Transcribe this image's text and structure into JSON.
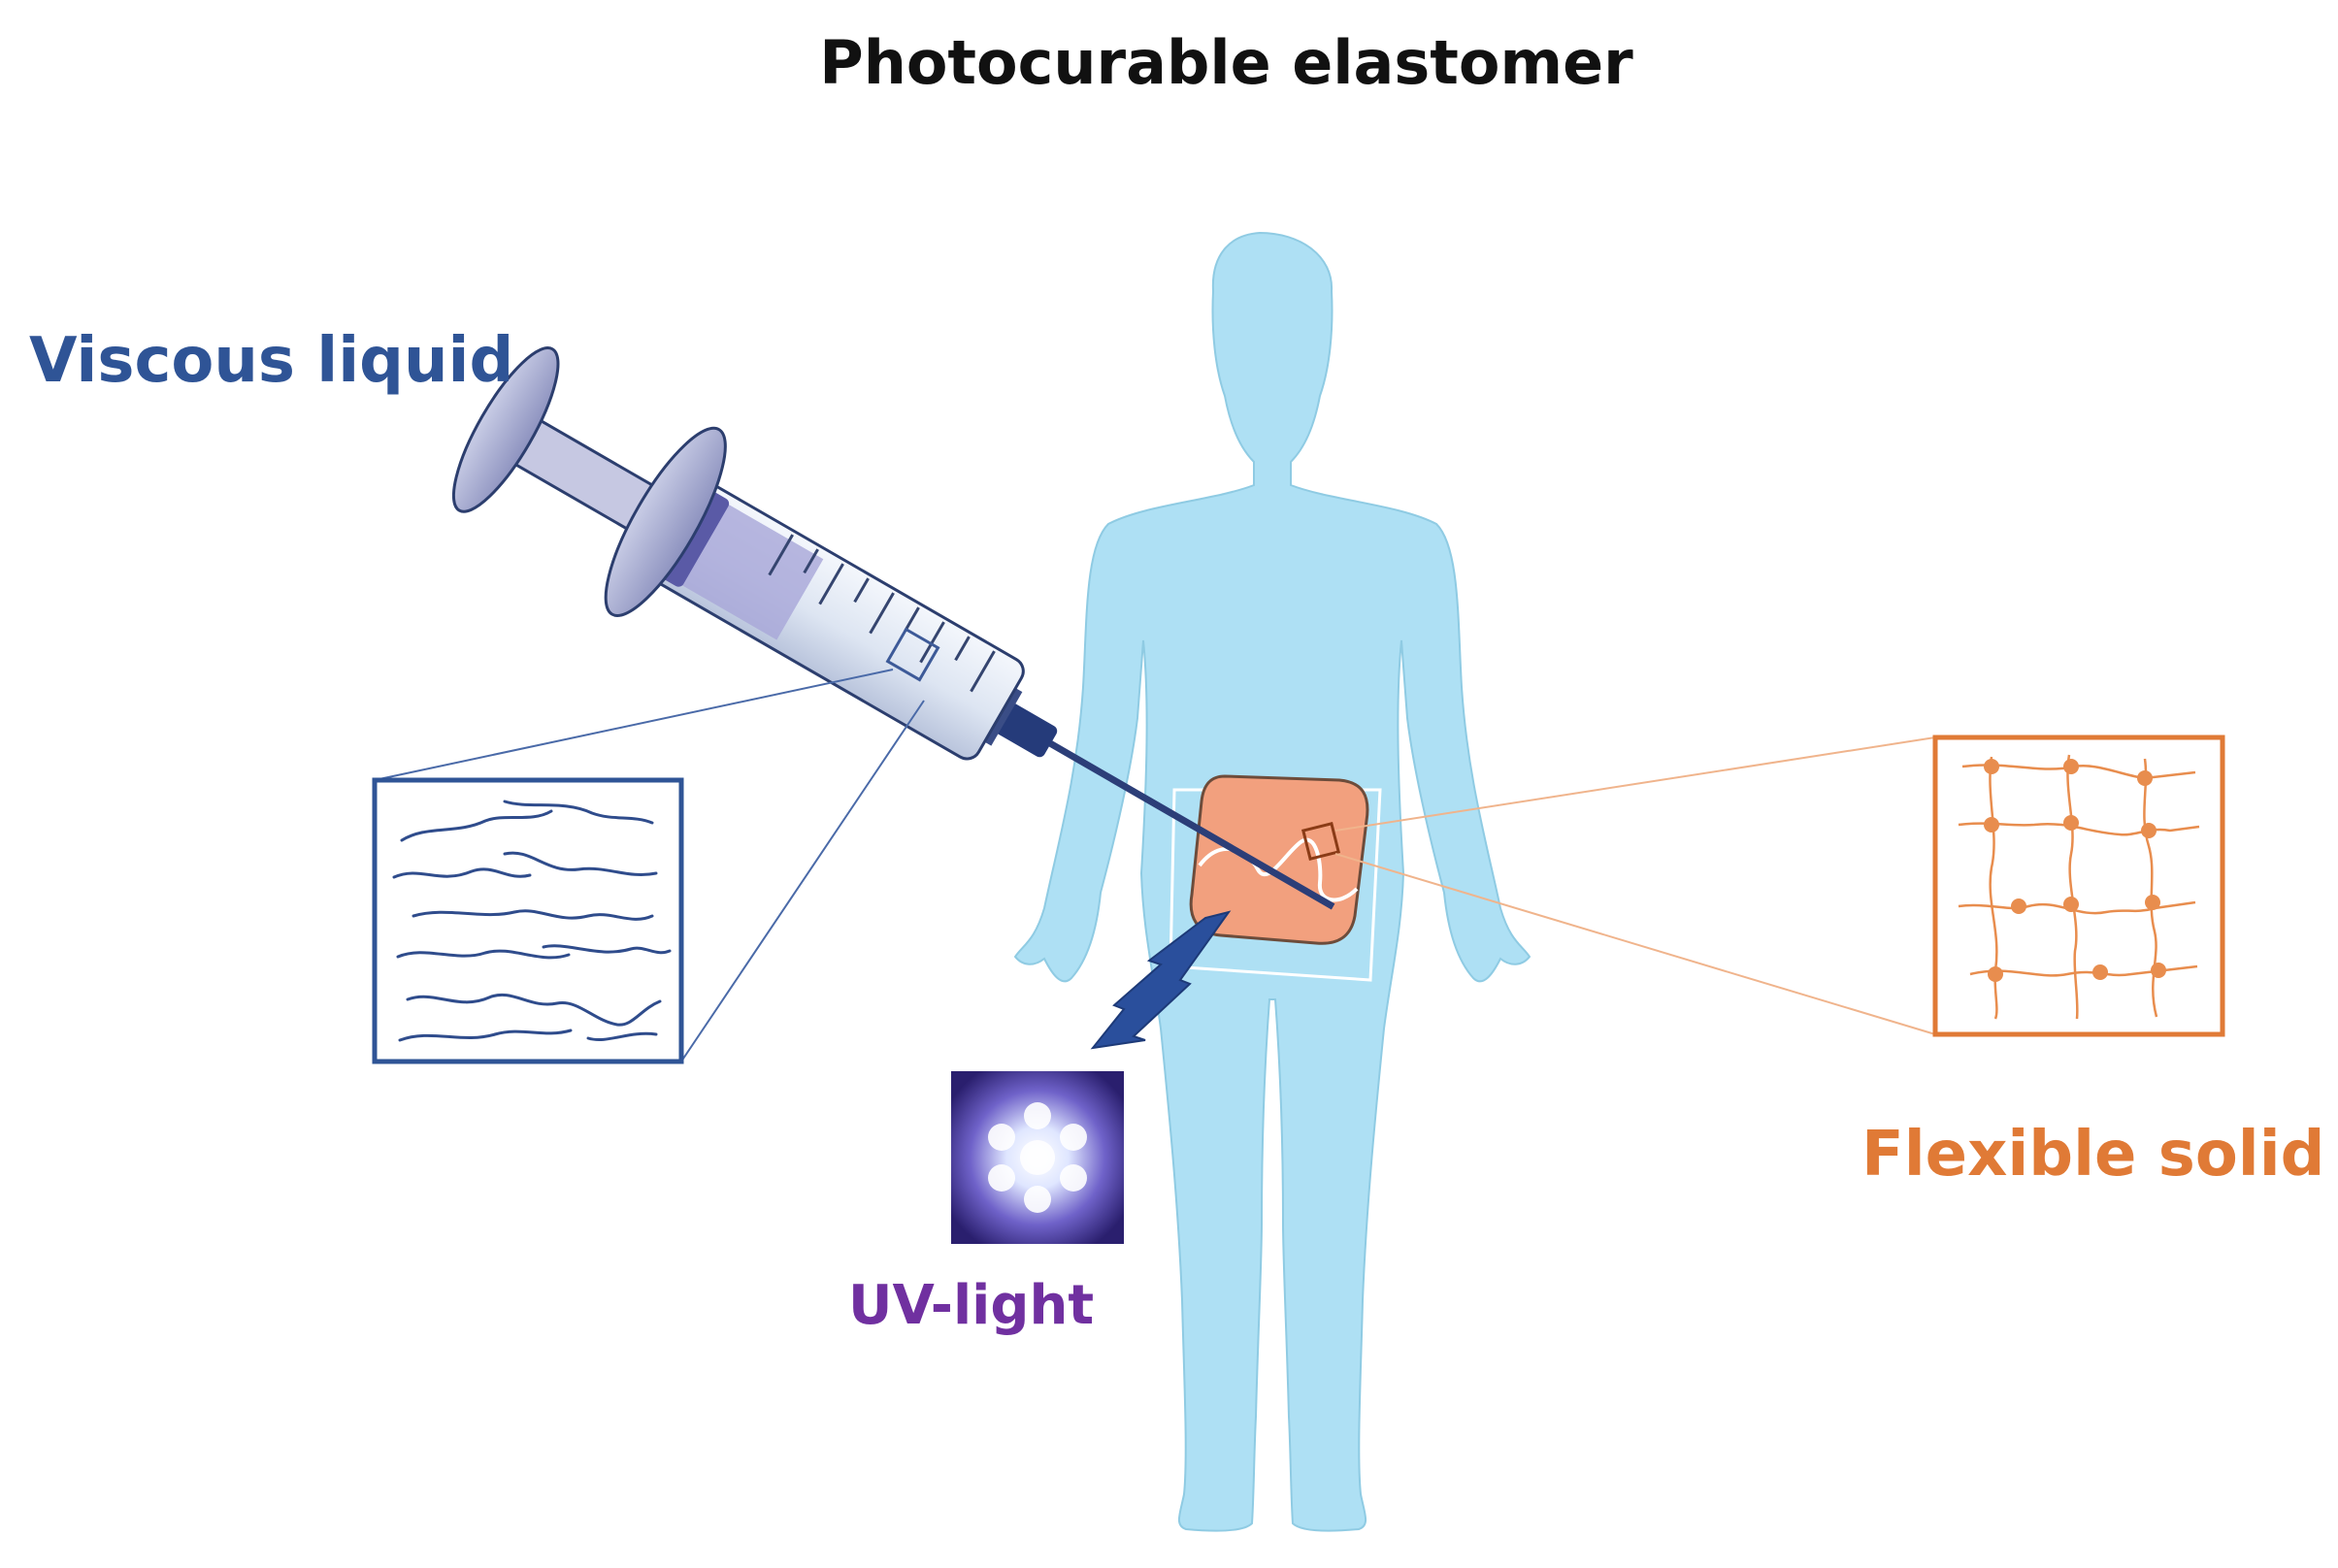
{
  "title": "Photocurable elastomer",
  "labels": {
    "viscous_liquid": "Viscous liquid",
    "flexible_solid": "Flexible solid",
    "uv_light": "UV-light"
  },
  "colors": {
    "title": "#111111",
    "viscous_liquid": "#2f5496",
    "flexible_solid": "#e07a36",
    "uv_light": "#7030a0",
    "body": "#aee0f4",
    "patch": "#f2a07e",
    "lightning": "#2a4f9c"
  },
  "icons": {
    "syringe": "syringe-icon",
    "human_body": "human-body-icon",
    "uv_lamp": "uv-lamp-icon",
    "lightning": "lightning-bolt-icon"
  }
}
